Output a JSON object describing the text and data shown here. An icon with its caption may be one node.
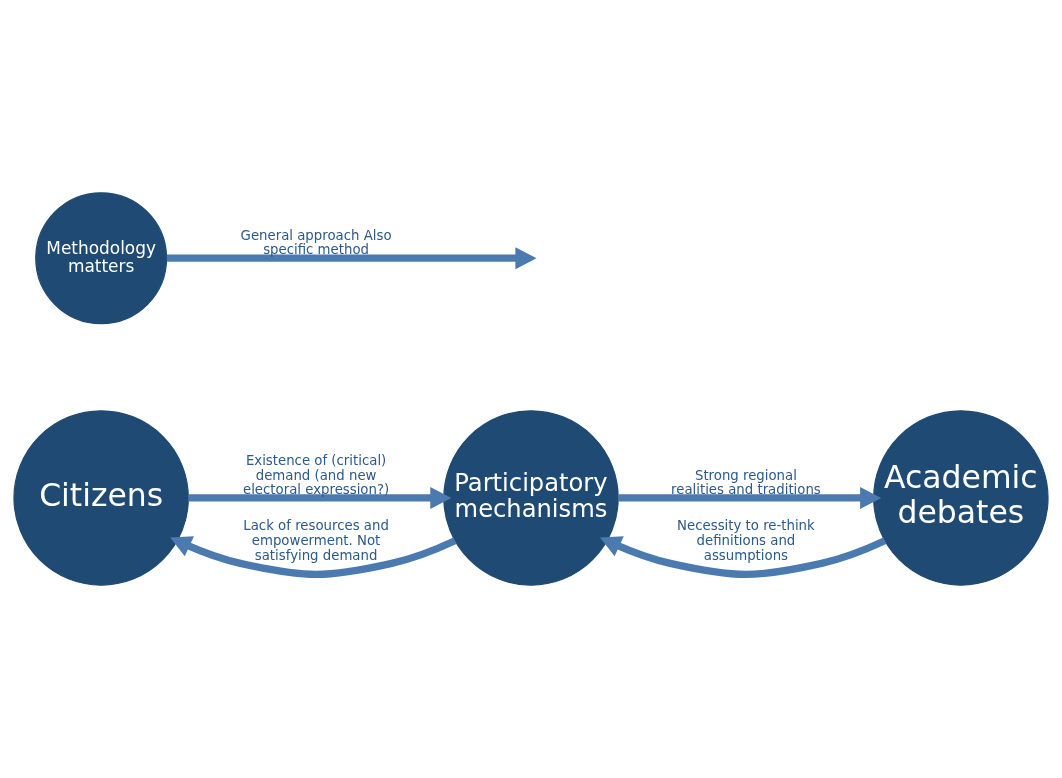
{
  "diagram": {
    "nodes": [
      {
        "text": [
          "Citizens"
        ]
      },
      {
        "text": [
          "Participatory mechanisms"
        ]
      },
      {
        "text": [
          "Academic debates"
        ]
      },
      {
        "text": [
          "Methodology matters"
        ]
      }
    ],
    "edges": [
      {
        "from": 0,
        "to": 1,
        "arrow": "to",
        "label": "Existence of (critical) demand (and new electoral expression?)"
      },
      {
        "from": 1,
        "to": 2,
        "arrow": "to",
        "label": "Strong regional realities and traditions"
      },
      {
        "from": 1,
        "to": 0,
        "arrow": "to",
        "label": "Lack of resources and empowerment. Not satisfying demand"
      },
      {
        "from": 2,
        "to": 1,
        "arrow": "to",
        "label": "Necessity to re-think definitions and assumptions"
      },
      {
        "from": 3,
        "to": null,
        "arrow": "to",
        "label": "General approach Also specific method"
      }
    ]
  }
}
